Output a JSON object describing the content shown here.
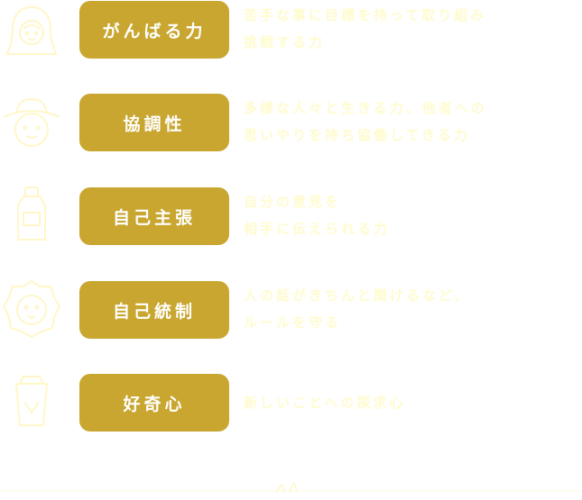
{
  "rows": [
    {
      "icon": "girl-face-icon",
      "pill_label": "がんばる力",
      "lines": [
        "苦手な事に目標を持って取り組み",
        "挑戦する力"
      ]
    },
    {
      "icon": "farmer-face-icon",
      "pill_label": "協調性",
      "lines": [
        "多様な人々と生きる力、他者への",
        "思いやりを持ち協働してきる力"
      ]
    },
    {
      "icon": "bottle-icon",
      "pill_label": "自己主張",
      "lines": [
        "自分の意見を",
        "相手に伝えられる力"
      ]
    },
    {
      "icon": "lion-face-icon",
      "pill_label": "自己統制",
      "lines": [
        "人の話がきちんと聞けるなど、",
        "ルールを守る"
      ]
    },
    {
      "icon": "cup-icon",
      "pill_label": "好奇心",
      "lines": [
        "新しいことへの探求心"
      ]
    }
  ],
  "colors": {
    "pill_background": "#c9a630",
    "pill_text": "#ffffff",
    "description_text": "#fffbcf",
    "icon_stroke": "#fff7c8"
  }
}
